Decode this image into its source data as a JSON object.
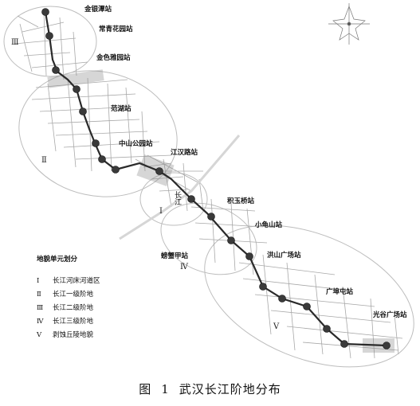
{
  "stations": [
    {
      "name": "金银潭站"
    },
    {
      "name": "常青花园站"
    },
    {
      "name": "金色雅园站"
    },
    {
      "name": "范湖站"
    },
    {
      "name": "中山公园站"
    },
    {
      "name": "江汉路站"
    },
    {
      "name": "积玉桥站"
    },
    {
      "name": "小龟山站"
    },
    {
      "name": "螃蟹甲站"
    },
    {
      "name": "洪山广场站"
    },
    {
      "name": "广埠屯站"
    },
    {
      "name": "光谷广场站"
    }
  ],
  "zones": [
    "Ⅰ",
    "Ⅱ",
    "Ⅲ",
    "Ⅳ",
    "Ⅴ"
  ],
  "river_label": "长江",
  "legend": {
    "title": "地貌单元划分",
    "items": [
      {
        "num": "Ⅰ",
        "label": "长江河床河道区"
      },
      {
        "num": "Ⅱ",
        "label": "长江一级阶地"
      },
      {
        "num": "Ⅲ",
        "label": "长江二级阶地"
      },
      {
        "num": "Ⅳ",
        "label": "长江三级阶地"
      },
      {
        "num": "Ⅴ",
        "label": "剥蚀丘陵地貌"
      }
    ]
  },
  "caption": {
    "fig": "图",
    "num": "1",
    "title": "武汉长江阶地分布"
  },
  "colors": {
    "route": "#2a2a2a",
    "station": "#3a3a3a",
    "streets": "#9a9a9a",
    "boundary": "#b9b9b9"
  }
}
